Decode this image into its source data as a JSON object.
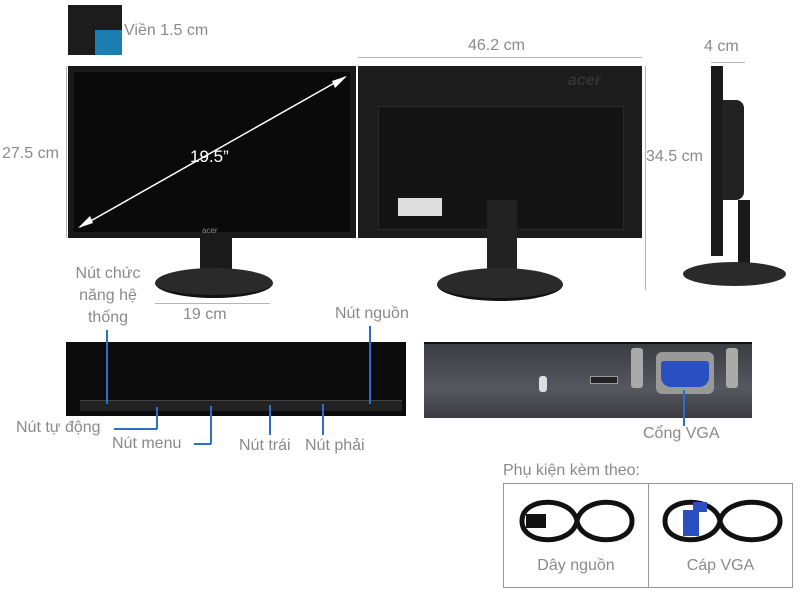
{
  "bezel": {
    "label": "Viền 1.5 cm"
  },
  "front": {
    "diagonal": "19.5”",
    "height": "27.5 cm",
    "base_width": "19 cm",
    "brand": "acer"
  },
  "back": {
    "width": "46.2 cm",
    "height": "34.5 cm",
    "brand": "acer"
  },
  "side": {
    "depth": "4 cm"
  },
  "buttons": {
    "system": "Nút chức năng hệ thống",
    "power": "Nút nguồn",
    "auto": "Nút tự động",
    "menu": "Nút menu",
    "left": "Nút trái",
    "right": "Nút phải"
  },
  "ports": {
    "vga": "Cổng VGA"
  },
  "accessories": {
    "title": "Phụ kiện kèm theo:",
    "items": [
      {
        "label": "Dây nguồn"
      },
      {
        "label": "Cáp VGA"
      }
    ]
  },
  "colors": {
    "accent": "#2a6fd0",
    "vga": "#2a4fc0",
    "bezel_swatch": "#1a7fb0"
  }
}
